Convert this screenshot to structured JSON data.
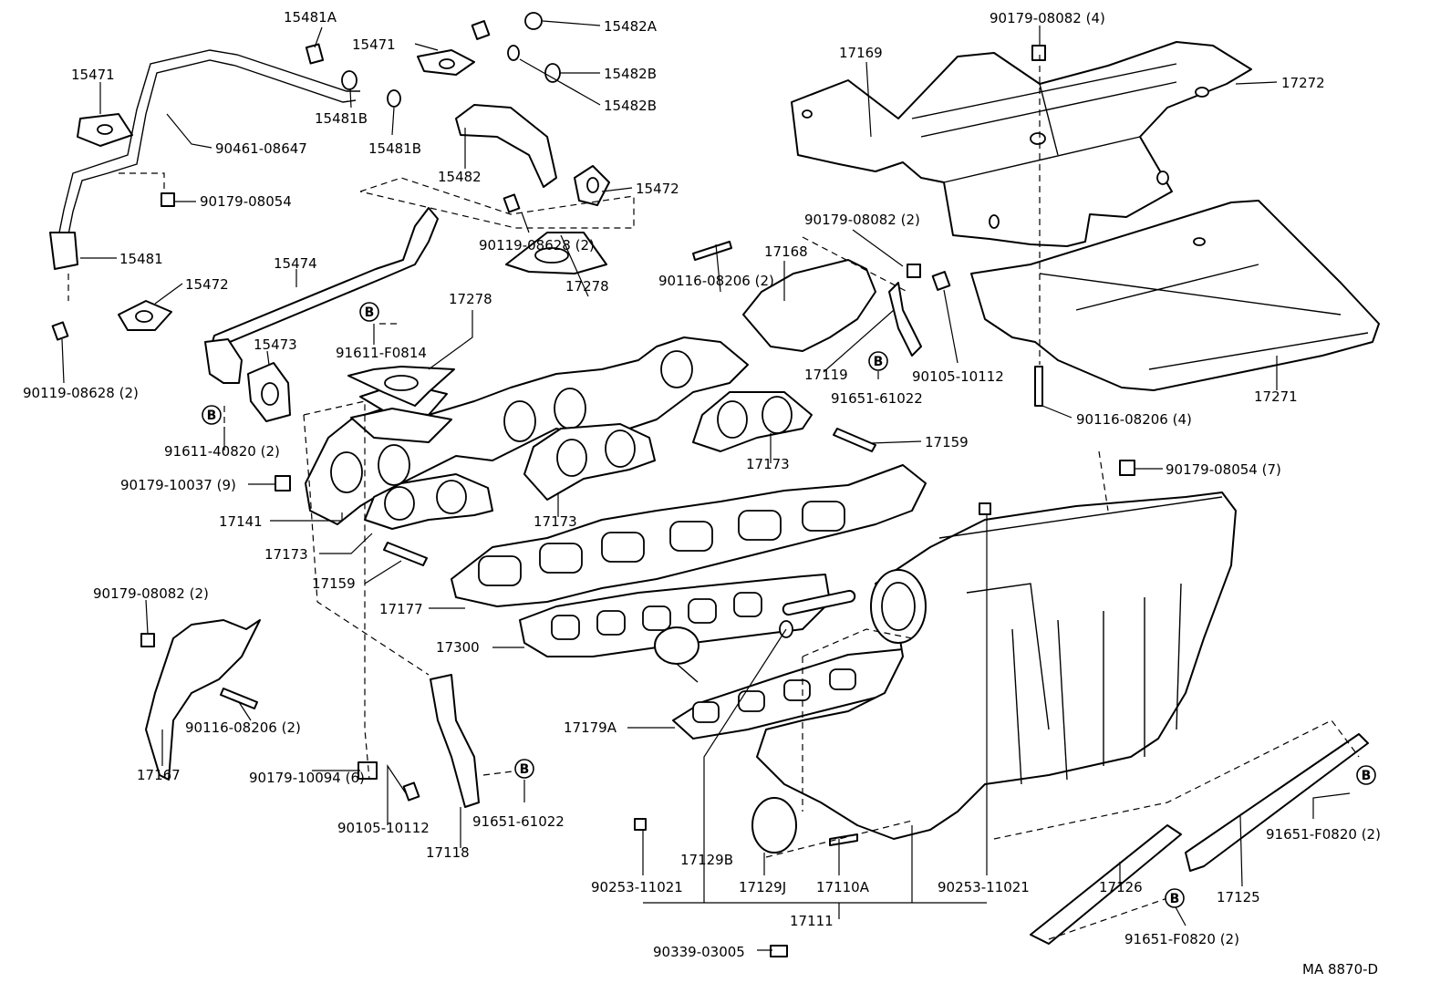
{
  "diagram_id": "MA  8870-D",
  "ref_marker": "B",
  "labels": [
    "15481A",
    "15471",
    "15482A",
    "15471",
    "15482B",
    "15482B",
    "15481B",
    "15481B",
    "90461-08647",
    "15482",
    "15472",
    "90179-08054",
    "90119-08628 (2)",
    "15481",
    "15472",
    "15474",
    "90119-08628 (2)",
    "15473",
    "91611-40820 (2)",
    "91611-F0814",
    "17278",
    "17278",
    "17169",
    "90179-08082 (4)",
    "17272",
    "90179-08082 (2)",
    "17168",
    "90116-08206 (2)",
    "90105-10112",
    "17119",
    "91651-61022",
    "90116-08206 (4)",
    "17271",
    "17159",
    "90179-08054 (7)",
    "17173",
    "17173",
    "90179-10037 (9)",
    "17141",
    "17173",
    "17159",
    "17177",
    "90179-08082 (2)",
    "17300",
    "90116-08206 (2)",
    "17167",
    "90179-10094 (6)",
    "90105-10112",
    "91651-61022",
    "17118",
    "17179A",
    "17129B",
    "90253-11021",
    "17129J",
    "17110A",
    "90253-11021",
    "17111",
    "90339-03005",
    "17126",
    "91651-F0820 (2)",
    "91651-F0820 (2)",
    "17125"
  ]
}
